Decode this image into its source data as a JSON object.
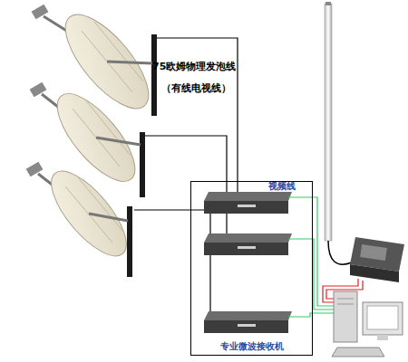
{
  "diagram": {
    "nodes": [
      {
        "text": [
          "专业微波接收机"
        ]
      }
    ],
    "labels": [
      "75欧姆物理发泡线",
      "（有线电视线）",
      "视频线"
    ]
  }
}
